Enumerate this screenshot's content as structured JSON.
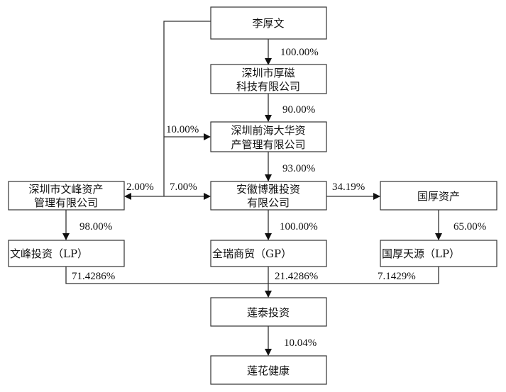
{
  "entities": {
    "li_houwen": [
      "李厚文"
    ],
    "houci": [
      "深圳市厚磁",
      "科技有限公司"
    ],
    "qianhai": [
      "深圳前海大华资",
      "产管理有限公司"
    ],
    "boya": [
      "安徽博雅投资",
      "有限公司"
    ],
    "wenfeng_asset": [
      "深圳市文峰资产",
      "管理有限公司"
    ],
    "guohou_asset": [
      "国厚资产"
    ],
    "wenfeng_lp": [
      "文峰投资（LP）"
    ],
    "quanrui_gp": [
      "全瑞商贸（GP）"
    ],
    "guohou_lp": [
      "国厚天源（LP）"
    ],
    "liantai": [
      "莲泰投资"
    ],
    "lianhua": [
      "莲花健康"
    ]
  },
  "percentages": {
    "li_to_houci": "100.00%",
    "houci_to_qianhai": "90.00%",
    "li_to_qianhai": "10.00%",
    "qianhai_to_boya": "93.00%",
    "li_to_wenfeng_asset": "2.00%",
    "li_to_boya": "7.00%",
    "boya_to_guohou_asset": "34.19%",
    "wenfeng_asset_to_lp": "98.00%",
    "boya_to_quanrui": "100.00%",
    "guohou_asset_to_lp": "65.00%",
    "wenfeng_lp_to_liantai": "71.4286%",
    "quanrui_to_liantai": "21.4286%",
    "guohou_lp_to_liantai": "7.1429%",
    "liantai_to_lianhua": "10.04%"
  }
}
